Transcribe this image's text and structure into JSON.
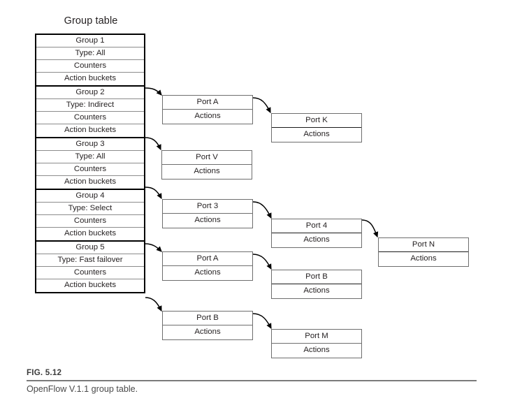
{
  "figure": {
    "diagram_title": "Group table",
    "label": "FIG. 5.12",
    "caption": "OpenFlow V.1.1 group table."
  },
  "group_table": {
    "title": "Group table",
    "row_labels": {
      "counters": "Counters",
      "action_buckets": "Action buckets"
    },
    "groups": [
      {
        "name": "Group 1",
        "type": "Type: All",
        "counters": "Counters",
        "action_buckets": "Action buckets"
      },
      {
        "name": "Group 2",
        "type": "Type: Indirect",
        "counters": "Counters",
        "action_buckets": "Action buckets"
      },
      {
        "name": "Group 3",
        "type": "Type: All",
        "counters": "Counters",
        "action_buckets": "Action buckets"
      },
      {
        "name": "Group 4",
        "type": "Type: Select",
        "counters": "Counters",
        "action_buckets": "Action buckets"
      },
      {
        "name": "Group 5",
        "type": "Type: Fast failover",
        "counters": "Counters",
        "action_buckets": "Action buckets"
      }
    ]
  },
  "action_bucket_chains": [
    {
      "from_group": "Group 1",
      "buckets": [
        {
          "port": "Port A",
          "actions": "Actions"
        },
        {
          "port": "Port K",
          "actions": "Actions"
        }
      ]
    },
    {
      "from_group": "Group 2",
      "buckets": [
        {
          "port": "Port V",
          "actions": "Actions"
        }
      ]
    },
    {
      "from_group": "Group 3",
      "buckets": [
        {
          "port": "Port 3",
          "actions": "Actions"
        },
        {
          "port": "Port 4",
          "actions": "Actions"
        },
        {
          "port": "Port N",
          "actions": "Actions"
        }
      ]
    },
    {
      "from_group": "Group 4",
      "buckets": [
        {
          "port": "Port A",
          "actions": "Actions"
        },
        {
          "port": "Port B",
          "actions": "Actions"
        }
      ]
    },
    {
      "from_group": "Group 5",
      "buckets": [
        {
          "port": "Port B",
          "actions": "Actions"
        },
        {
          "port": "Port M",
          "actions": "Actions"
        }
      ]
    }
  ],
  "colors": {
    "outline_heavy": "#000000",
    "outline_light": "#6e6e6e",
    "inner_rule": "#8c8c8c",
    "text": "#231f20",
    "caption_text": "#4a4a4a",
    "caption_rule": "#7a7a7a",
    "background": "#ffffff"
  }
}
